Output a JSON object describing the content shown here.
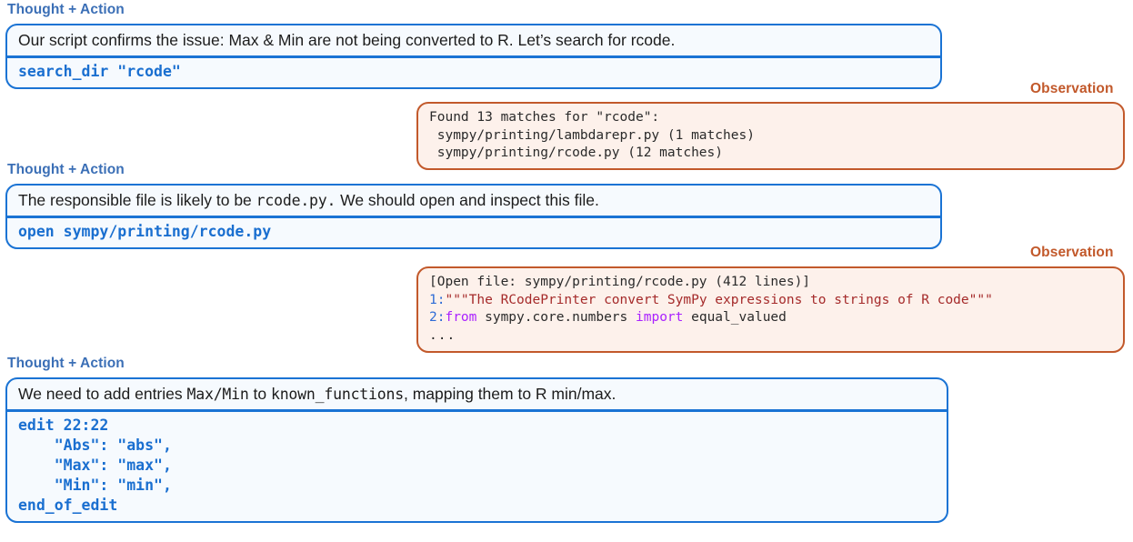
{
  "labels": {
    "thought_action": "Thought + Action",
    "observation": "Observation"
  },
  "steps": [
    {
      "type": "thought_action",
      "thought_parts": [
        {
          "text": "Our script confirms the issue: Max & Min are not being converted to R. Let’s search for rcode.",
          "mono": false
        }
      ],
      "action": "search_dir \"rcode\""
    },
    {
      "type": "observation",
      "lines": [
        {
          "text": "Found 13 matches for \"rcode\":",
          "style": "plain"
        },
        {
          "text": " sympy/printing/lambdarepr.py (1 matches)",
          "style": "plain"
        },
        {
          "text": " sympy/printing/rcode.py (12 matches)",
          "style": "plain"
        }
      ]
    },
    {
      "type": "thought_action",
      "thought_parts": [
        {
          "text": "The responsible file is likely to be ",
          "mono": false
        },
        {
          "text": "rcode.py.",
          "mono": true
        },
        {
          "text": " We should open and inspect this file.",
          "mono": false
        }
      ],
      "action": "open sympy/printing/rcode.py"
    },
    {
      "type": "observation",
      "lines": [
        {
          "text": "[Open file: sympy/printing/rcode.py (412 lines)]",
          "style": "plain"
        },
        {
          "style": "code",
          "segments": [
            {
              "text": "1:",
              "cls": "ln"
            },
            {
              "text": "\"\"\"The RCodePrinter convert SymPy expressions to strings of R code\"\"\"",
              "cls": "str"
            }
          ]
        },
        {
          "style": "code",
          "segments": [
            {
              "text": "2:",
              "cls": "ln"
            },
            {
              "text": "from",
              "cls": "kw"
            },
            {
              "text": " sympy.core.numbers ",
              "cls": ""
            },
            {
              "text": "import",
              "cls": "kw"
            },
            {
              "text": " equal_valued",
              "cls": ""
            }
          ]
        },
        {
          "text": "...",
          "style": "dots"
        }
      ]
    },
    {
      "type": "thought_action",
      "thought_parts": [
        {
          "text": "We need to add entries ",
          "mono": false
        },
        {
          "text": "Max/Min",
          "mono": true
        },
        {
          "text": " to ",
          "mono": false
        },
        {
          "text": " known_functions",
          "mono": true
        },
        {
          "text": ", mapping them to R min/max.",
          "mono": false
        }
      ],
      "action": "edit 22:22\n    \"Abs\": \"abs\",\n    \"Max\": \"max\",\n    \"Min\": \"min\",\nend_of_edit"
    }
  ],
  "colors": {
    "thought_accent": "#1A73D4",
    "thought_label": "#3B6FB6",
    "thought_fill": "#F6FAFE",
    "observation_accent": "#C2592B",
    "observation_fill": "#FDF1EB",
    "action_text": "#1A6FD0",
    "code_linenumber": "#2E6BD6",
    "code_string": "#A52A2A",
    "code_keyword": "#AA22FF"
  }
}
